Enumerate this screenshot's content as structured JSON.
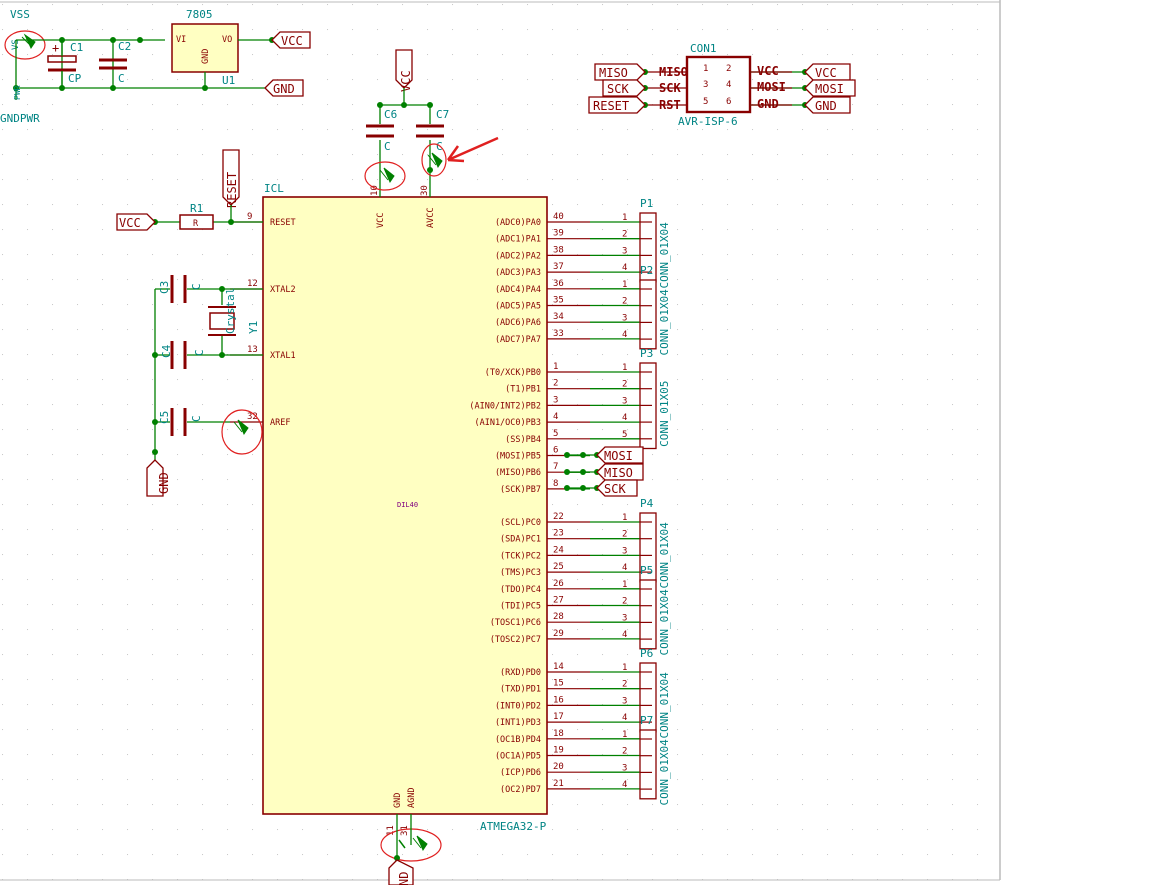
{
  "schematic": {
    "grid_color": "#c8c8c8",
    "wire_color": "#008000",
    "body_color": "#880000",
    "body_fill": "#ffffc2",
    "ref_color": "#008484",
    "marker_color": "#e02020",
    "mcu": {
      "ref": "ICL",
      "value": "ATMEGA32-P",
      "center_text": "DIL40",
      "top_pins": [
        {
          "num": "10",
          "name": "VCC"
        },
        {
          "num": "30",
          "name": "AVCC"
        }
      ],
      "bottom_pins": [
        {
          "num": "11",
          "name": "GND"
        },
        {
          "num": "31",
          "name": "AGND"
        }
      ],
      "left_pins": [
        {
          "num": "9",
          "name": "RESET"
        },
        {
          "num": "12",
          "name": "XTAL2"
        },
        {
          "num": "13",
          "name": "XTAL1"
        },
        {
          "num": "32",
          "name": "AREF"
        }
      ],
      "right_pins": [
        {
          "num": "40",
          "name": "(ADC0)PA0"
        },
        {
          "num": "39",
          "name": "(ADC1)PA1"
        },
        {
          "num": "38",
          "name": "(ADC2)PA2"
        },
        {
          "num": "37",
          "name": "(ADC3)PA3"
        },
        {
          "num": "36",
          "name": "(ADC4)PA4"
        },
        {
          "num": "35",
          "name": "(ADC5)PA5"
        },
        {
          "num": "34",
          "name": "(ADC6)PA6"
        },
        {
          "num": "33",
          "name": "(ADC7)PA7"
        },
        {
          "num": "1",
          "name": "(T0/XCK)PB0"
        },
        {
          "num": "2",
          "name": "(T1)PB1"
        },
        {
          "num": "3",
          "name": "(AIN0/INT2)PB2"
        },
        {
          "num": "4",
          "name": "(AIN1/OC0)PB3"
        },
        {
          "num": "5",
          "name": "(SS)PB4"
        },
        {
          "num": "6",
          "name": "(MOSI)PB5"
        },
        {
          "num": "7",
          "name": "(MISO)PB6"
        },
        {
          "num": "8",
          "name": "(SCK)PB7"
        },
        {
          "num": "22",
          "name": "(SCL)PC0"
        },
        {
          "num": "23",
          "name": "(SDA)PC1"
        },
        {
          "num": "24",
          "name": "(TCK)PC2"
        },
        {
          "num": "25",
          "name": "(TMS)PC3"
        },
        {
          "num": "26",
          "name": "(TDO)PC4"
        },
        {
          "num": "27",
          "name": "(TDI)PC5"
        },
        {
          "num": "28",
          "name": "(TOSC1)PC6"
        },
        {
          "num": "29",
          "name": "(TOSC2)PC7"
        },
        {
          "num": "14",
          "name": "(RXD)PD0"
        },
        {
          "num": "15",
          "name": "(TXD)PD1"
        },
        {
          "num": "16",
          "name": "(INT0)PD2"
        },
        {
          "num": "17",
          "name": "(INT1)PD3"
        },
        {
          "num": "18",
          "name": "(OC1B)PD4"
        },
        {
          "num": "19",
          "name": "(OC1A)PD5"
        },
        {
          "num": "20",
          "name": "(ICP)PD6"
        },
        {
          "num": "21",
          "name": "(OC2)PD7"
        }
      ]
    },
    "connectors": [
      {
        "ref": "P1",
        "value": "CONN_01X04",
        "pins": [
          "1",
          "2",
          "3",
          "4"
        ]
      },
      {
        "ref": "P2",
        "value": "CONN_01X04",
        "pins": [
          "1",
          "2",
          "3",
          "4"
        ]
      },
      {
        "ref": "P3",
        "value": "CONN_01X05",
        "pins": [
          "1",
          "2",
          "3",
          "4",
          "5"
        ]
      },
      {
        "ref": "P4",
        "value": "CONN_01X04",
        "pins": [
          "1",
          "2",
          "3",
          "4"
        ]
      },
      {
        "ref": "P5",
        "value": "CONN_01X04",
        "pins": [
          "1",
          "2",
          "3",
          "4"
        ]
      },
      {
        "ref": "P6",
        "value": "CONN_01X04",
        "pins": [
          "1",
          "2",
          "3",
          "4"
        ]
      },
      {
        "ref": "P7",
        "value": "CONN_01X04",
        "pins": [
          "1",
          "2",
          "3",
          "4"
        ]
      }
    ],
    "isp": {
      "ref": "CON1",
      "value": "AVR-ISP-6",
      "left_signals": [
        "MISO",
        "SCK",
        "RST"
      ],
      "right_signals": [
        "VCC",
        "MOSI",
        "GND"
      ],
      "pin_numbers": [
        "1",
        "2",
        "3",
        "4",
        "5",
        "6"
      ],
      "left_labels": [
        "MISO",
        "SCK",
        "RESET"
      ],
      "right_labels": [
        "VCC",
        "MOSI",
        "GND"
      ]
    },
    "regulator": {
      "ref": "U1",
      "value": "7805",
      "pin_vi": "VI",
      "pin_vo": "VO",
      "pin_gnd": "GND",
      "out_label": "VCC",
      "gnd_label": "GND"
    },
    "power": {
      "vss": "VSS",
      "gndpwr": "GNDPWR",
      "vss_short": "VS",
      "pwr_flag": "PWR"
    },
    "caps": {
      "c1": "C1",
      "c1_val": "CP",
      "c2": "C2",
      "c2_val": "C",
      "c3": "C3",
      "c4": "C4",
      "c5": "C5",
      "c6": "C6",
      "c7": "C7",
      "val": "C"
    },
    "resistor": {
      "ref": "R1",
      "value": "R"
    },
    "crystal": {
      "ref": "Y1",
      "value": "Crystal"
    },
    "labels": {
      "vcc": "VCC",
      "reset": "RESET",
      "gnd": "GND",
      "mosi": "MOSI",
      "miso": "MISO",
      "sck": "SCK",
      "aref_num": "32",
      "xtal2_num": "12",
      "xtal1_num": "13",
      "gnd_bottom": "ND",
      "plus": "+"
    }
  }
}
